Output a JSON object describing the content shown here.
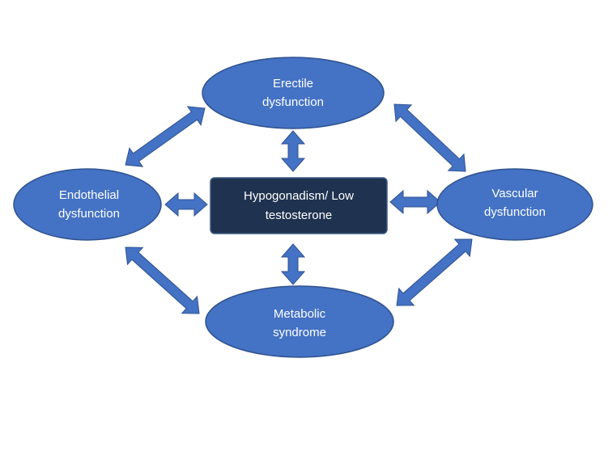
{
  "colors": {
    "ellipse_fill": "#4472c4",
    "ellipse_stroke": "#2f528f",
    "center_fill": "#1f3350",
    "center_stroke": "#3c5a86",
    "arrow_fill": "#4472c4",
    "arrow_stroke": "#2f528f",
    "text": "#ffffff"
  },
  "nodes": {
    "center": {
      "line1": "Hypogonadism/ Low",
      "line2": "testosterone"
    },
    "top": {
      "line1": "Erectile",
      "line2": "dysfunction"
    },
    "left": {
      "line1": "Endothelial",
      "line2": "dysfunction"
    },
    "right": {
      "line1": "Vascular",
      "line2": "dysfunction"
    },
    "bottom": {
      "line1": "Metabolic",
      "line2": "syndrome"
    }
  },
  "connections": [
    {
      "from": "top",
      "to": "center",
      "type": "bidirectional"
    },
    {
      "from": "bottom",
      "to": "center",
      "type": "bidirectional"
    },
    {
      "from": "left",
      "to": "center",
      "type": "bidirectional"
    },
    {
      "from": "right",
      "to": "center",
      "type": "bidirectional"
    },
    {
      "from": "top",
      "to": "left",
      "type": "bidirectional"
    },
    {
      "from": "top",
      "to": "right",
      "type": "bidirectional"
    },
    {
      "from": "bottom",
      "to": "left",
      "type": "bidirectional"
    },
    {
      "from": "bottom",
      "to": "right",
      "type": "bidirectional"
    }
  ]
}
